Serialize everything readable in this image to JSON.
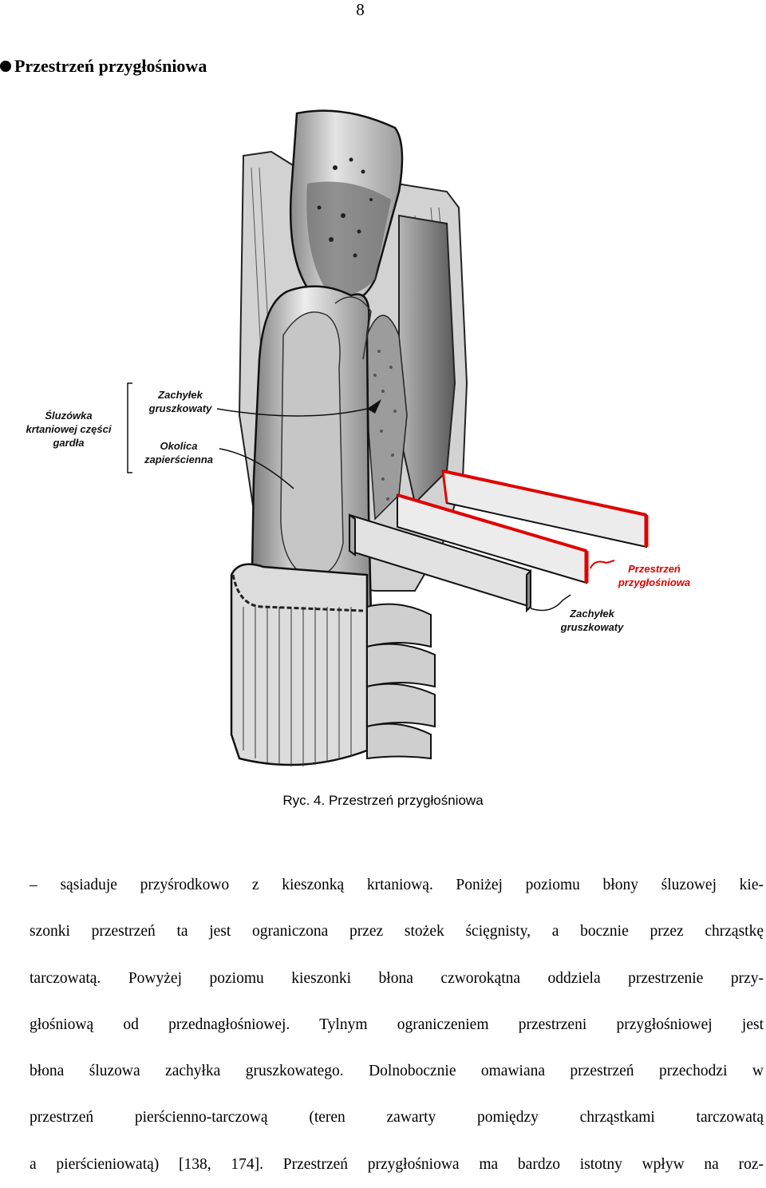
{
  "page_number": "8",
  "section_title": "Przestrzeń przygłośniowa",
  "figure": {
    "labels": {
      "mucosa": [
        "Śluzówka",
        "krtaniowej części",
        "gardła"
      ],
      "piriform_left": [
        "Zachyłek",
        "gruszkowaty"
      ],
      "postcricoid": [
        "Okolica",
        "zapierścienna"
      ],
      "paraglottic": [
        "Przestrzeń",
        "przygłośniowa"
      ],
      "piriform_right": [
        "Zachyłek",
        "gruszkowaty"
      ]
    },
    "colors": {
      "highlight": "#e00000",
      "ink": "#111111"
    }
  },
  "caption": "Ryc. 4. Przestrzeń przygłośniowa",
  "body_lines": [
    "– sąsiaduje przyśrodkowo z kieszonką krtaniową. Poniżej poziomu błony śluzowej kie-",
    "szonki przestrzeń ta jest ograniczona przez stożek ścięgnisty, a bocznie przez chrząstkę",
    "tarczowatą. Powyżej poziomu kieszonki błona czworokątna oddziela przestrzenie przy-",
    "głośniową od przednagłośniowej. Tylnym ograniczeniem przestrzeni przygłośniowej jest",
    "błona śluzowa zachyłka gruszkowatego. Dolnobocznie omawiana przestrzeń przechodzi w",
    "przestrzeń pierścienno-tarczową (teren zawarty pomiędzy chrząstkami tarczowatą",
    "a pierścieniowatą) [138, 174]. Przestrzeń przygłośniowa ma bardzo istotny wpływ na roz-"
  ]
}
